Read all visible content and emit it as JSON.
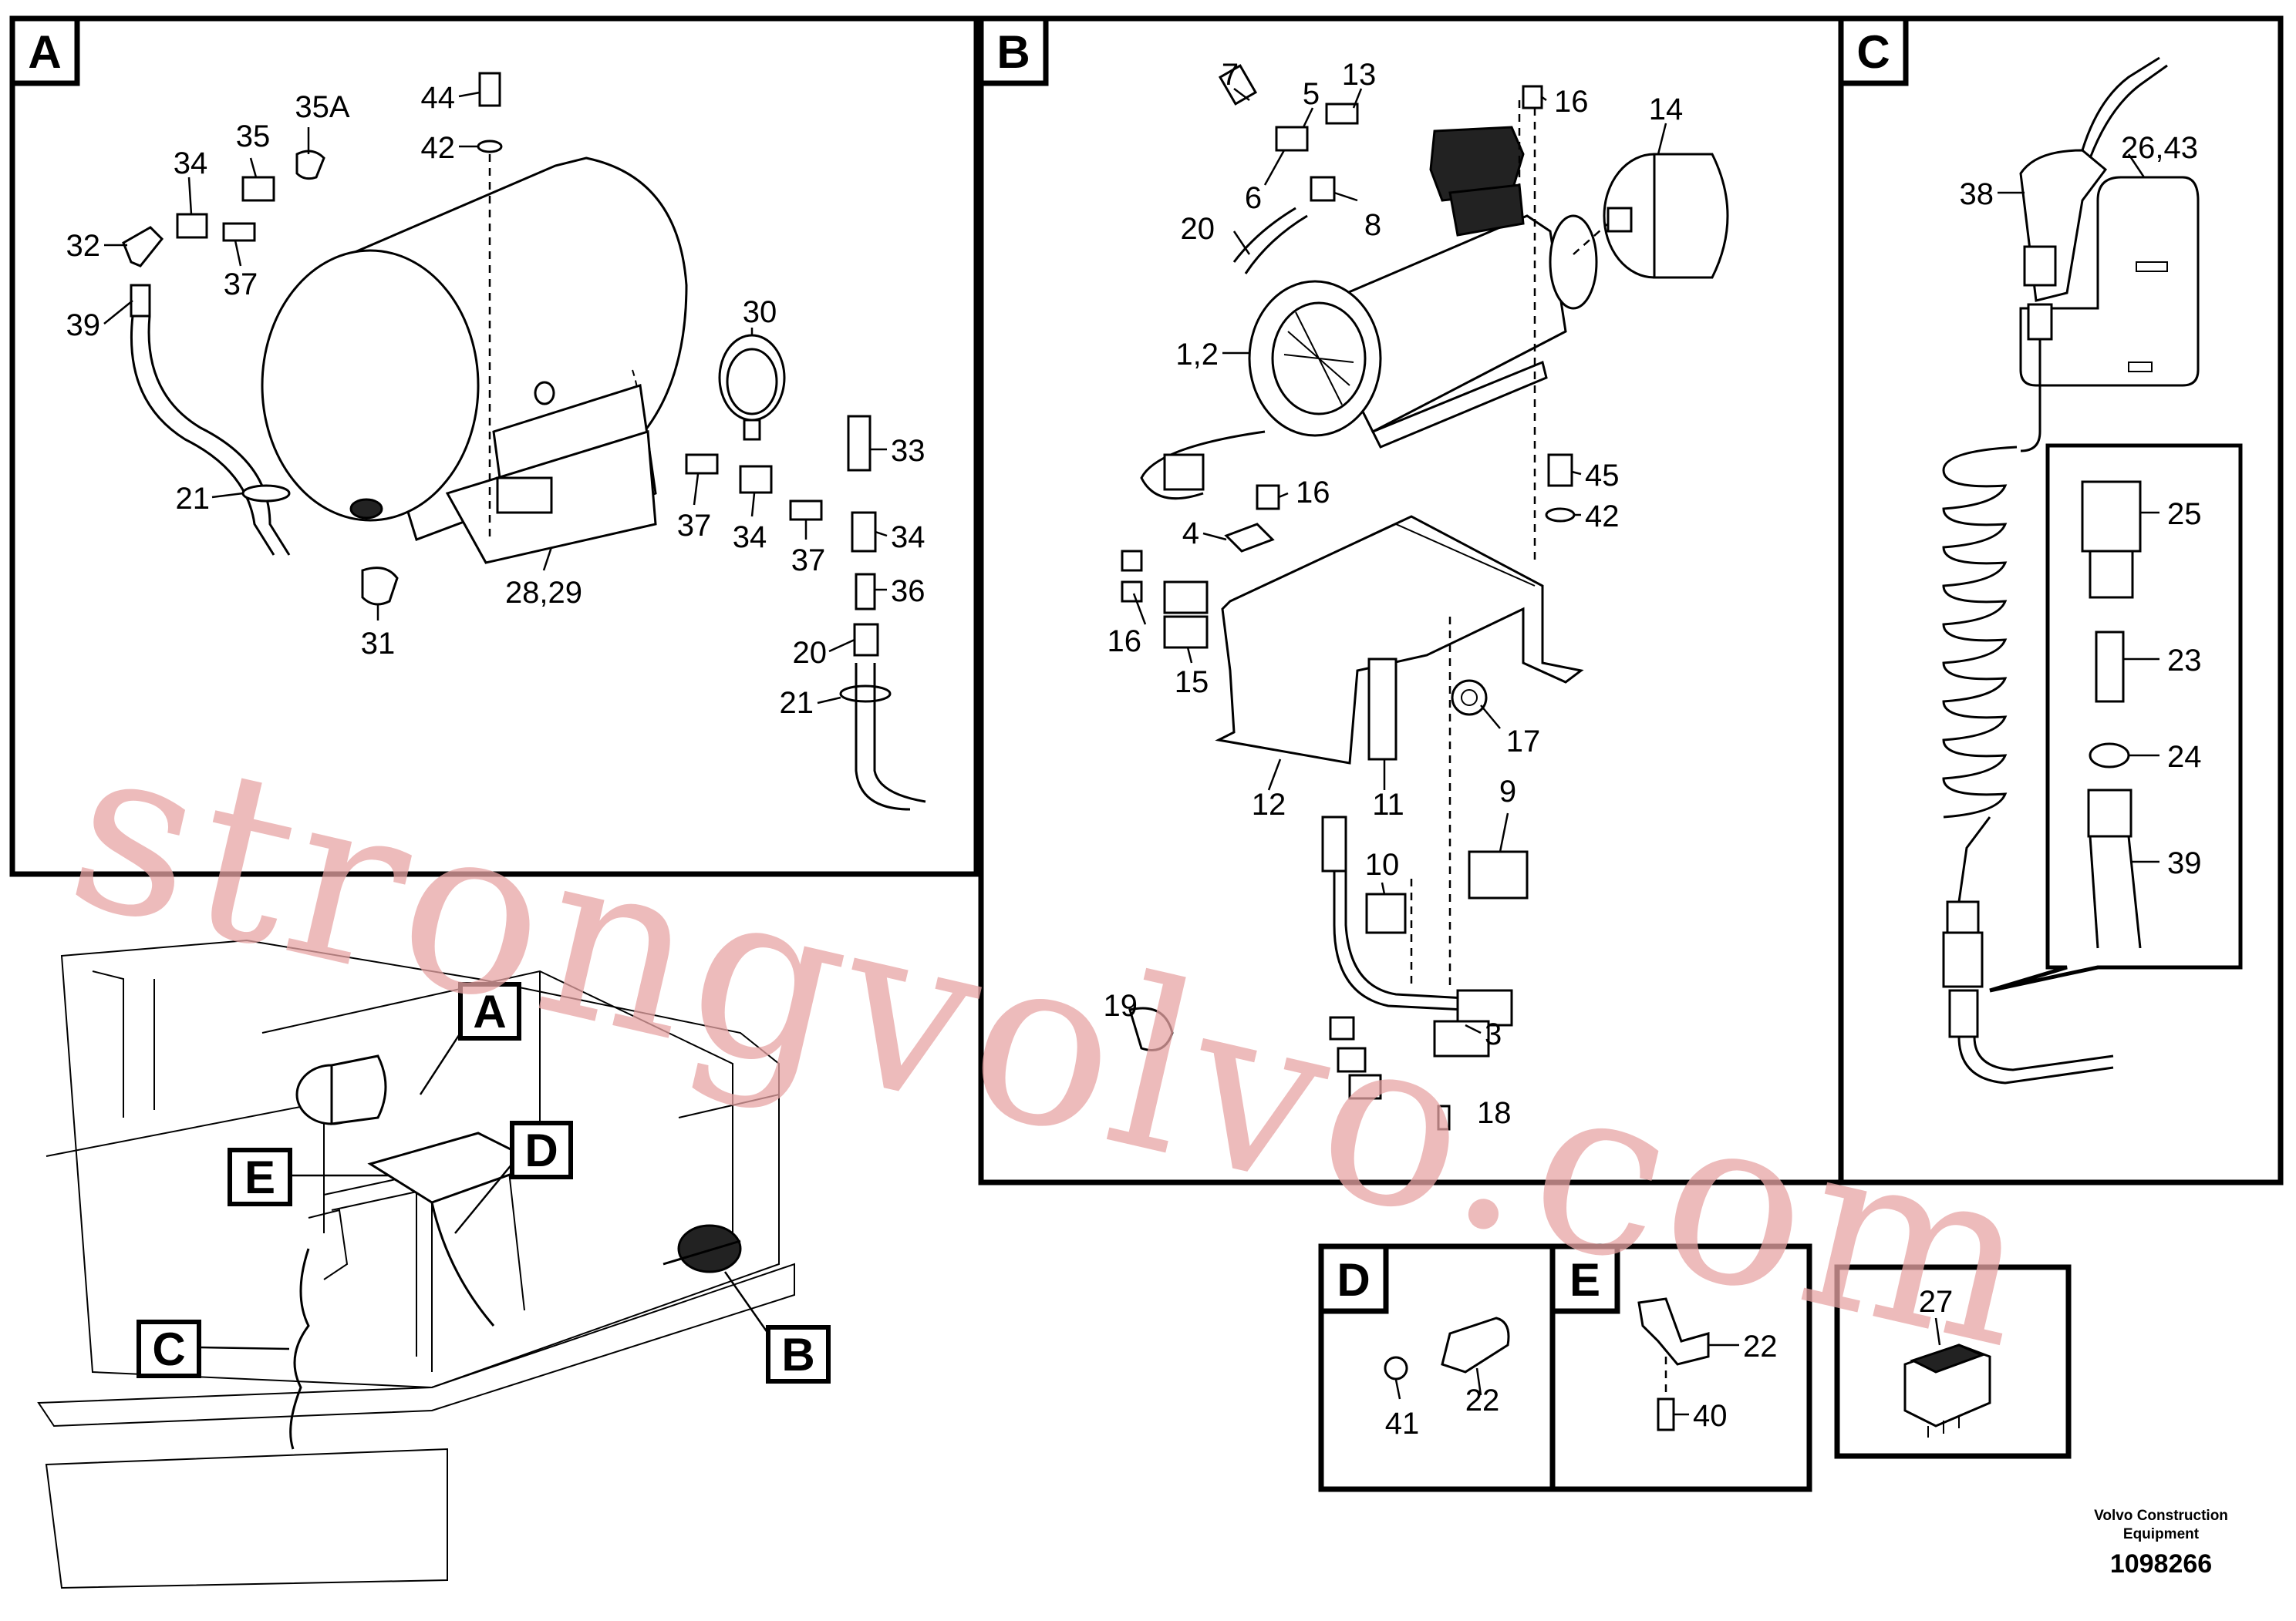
{
  "panels": {
    "A": {
      "letter": "A"
    },
    "B": {
      "letter": "B"
    },
    "C": {
      "letter": "C"
    },
    "D": {
      "letter": "D"
    },
    "E": {
      "letter": "E"
    }
  },
  "overview_callouts": {
    "A": "A",
    "B": "B",
    "C": "C",
    "D": "D",
    "E": "E"
  },
  "labels": {
    "a44": "44",
    "a42": "42",
    "a35A": "35A",
    "a35": "35",
    "a34_top": "34",
    "a32": "32",
    "a37_top": "37",
    "a39": "39",
    "a30": "30",
    "a33": "33",
    "a21_left": "21",
    "a37_mid": "37",
    "a34_mid": "34",
    "a37_low": "37",
    "a34_right": "34",
    "a36": "36",
    "a28_29": "28,29",
    "a31": "31",
    "a20": "20",
    "a21_right": "21",
    "b7": "7",
    "b13": "13",
    "b5": "5",
    "b16_top": "16",
    "b14": "14",
    "b6": "6",
    "b8": "8",
    "b20": "20",
    "b1_2": "1,2",
    "b45": "45",
    "b16_mid": "16",
    "b42": "42",
    "b4": "4",
    "b16_left": "16",
    "b15": "15",
    "b17": "17",
    "b12": "12",
    "b11": "11",
    "b9": "9",
    "b10": "10",
    "b19": "19",
    "b3": "3",
    "b18": "18",
    "c26_43": "26,43",
    "c38": "38",
    "c25": "25",
    "c23": "23",
    "c24": "24",
    "c39": "39",
    "d41": "41",
    "d22": "22",
    "e22": "22",
    "e40": "40",
    "f27": "27"
  },
  "watermark": "strongvolvo.com",
  "footer": {
    "company_line1": "Volvo Construction",
    "company_line2": "Equipment",
    "drawing_number": "1098266"
  },
  "icons": [
    "air-tank-icon",
    "compressor-icon",
    "air-gun-icon",
    "coiled-hose-icon",
    "pressure-gauge-icon",
    "rocker-switch-icon",
    "relay-icon",
    "bolt-icon",
    "clamp-icon"
  ]
}
